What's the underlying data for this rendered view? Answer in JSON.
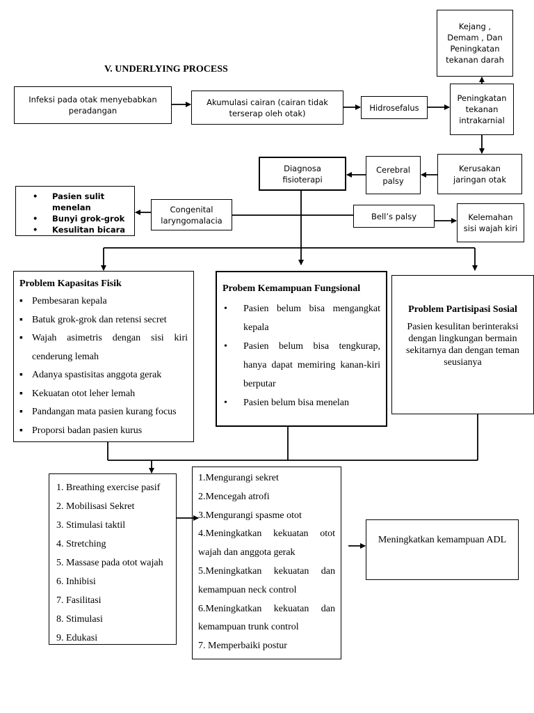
{
  "heading": "V.   UNDERLYING PROCESS",
  "nodes": {
    "infeksi": "Infeksi pada otak menyebabkan peradangan",
    "akumulasi": "Akumulasi cairan (cairan tidak terserap oleh otak)",
    "hidrosefalus": "Hidrosefalus",
    "kejang": "Kejang ,\nDemam , Dan\nPeningkatan\ntekanan darah",
    "peningkatan_tik": "Peningkatan\ntekanan\nintrakarnial",
    "kerusakan": "Kerusakan\njaringan otak",
    "cerebral_palsy": "Cerebral\npalsy",
    "diagnosa": "Diagnosa\nfisioterapi",
    "congenital": "Congenital\nlaryngomalacia",
    "bells_palsy": "Bell’s palsy",
    "kelemahan": "Kelemahan\nsisi wajah kiri"
  },
  "congenital_symptoms": [
    "Pasien sulit menelan",
    "Bunyi grok-grok",
    "Kesulitan bicara"
  ],
  "problem_fisik": {
    "title": "Problem Kapasitas Fisik",
    "items": [
      "Pembesaran kepala",
      "Batuk grok-grok dan retensi secret",
      "Wajah asimetris dengan sisi kiri cenderung lemah",
      "Adanya spastisitas anggota gerak",
      "Kekuatan otot leher lemah",
      "Pandangan mata pasien kurang focus",
      "Proporsi badan pasien kurus"
    ]
  },
  "problem_fungsional": {
    "title": "Probem Kemampuan Fungsional",
    "items": [
      "Pasien belum bisa mengangkat kepala",
      "Pasien belum bisa tengkurap, hanya dapat memiring kanan-kiri berputar",
      "Pasien belum bisa menelan"
    ]
  },
  "problem_sosial": {
    "title": "Problem Partisipasi Sosial",
    "text": "Pasien kesulitan berinteraksi dengan lingkungan bermain sekitarnya dan dengan teman seusianya"
  },
  "interventions": [
    "1. Breathing exercise pasif",
    "2. Mobilisasi Sekret",
    "3. Stimulasi taktil",
    "4. Stretching",
    "5. Massase pada otot wajah",
    "6. Inhibisi",
    "7. Fasilitasi",
    "8. Stimulasi",
    "9. Edukasi"
  ],
  "goals": [
    "1.Mengurangi sekret",
    "2.Mencegah atrofi",
    "3.Mengurangi spasme otot",
    "4.Meningkatkan kekuatan otot wajah dan anggota gerak",
    "5.Meningkatkan kekuatan dan kemampuan neck control",
    "6.Meningkatkan kekuatan dan kemampuan trunk control",
    "7. Memperbaiki postur"
  ],
  "outcome": "Meningkatkan kemampuan ADL"
}
